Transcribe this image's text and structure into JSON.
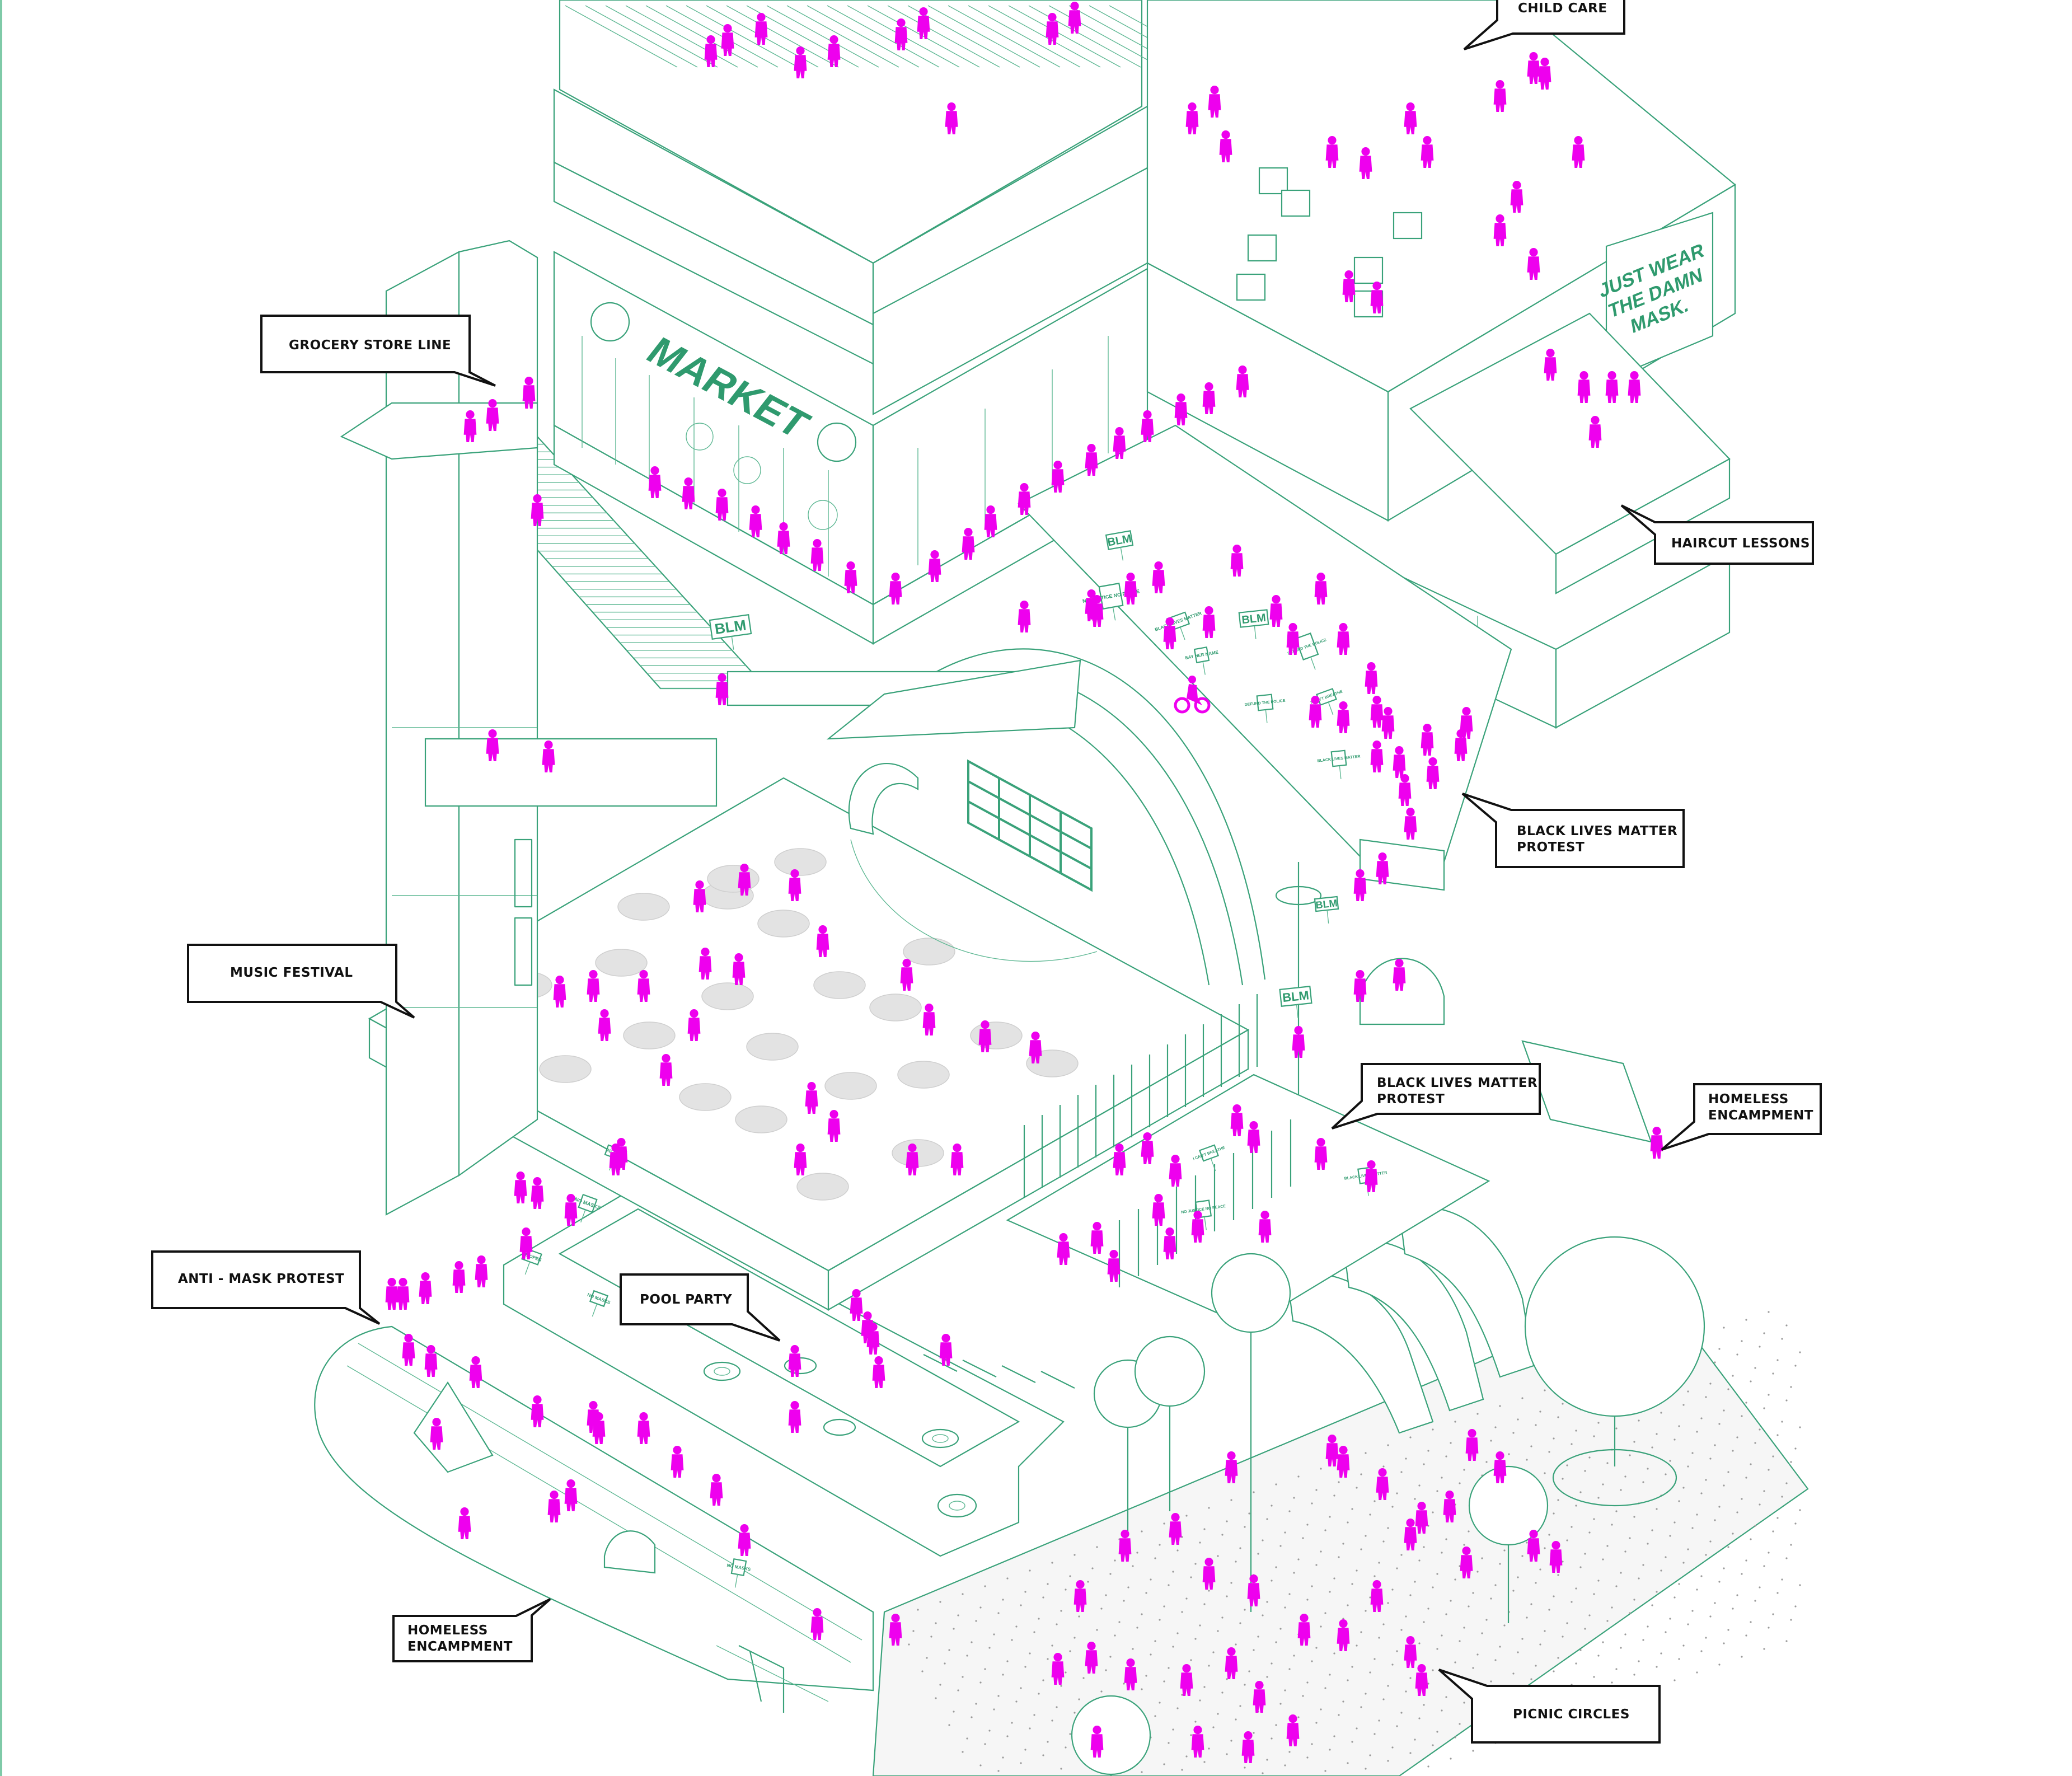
{
  "diagram": {
    "title": "Isometric public space diagram",
    "colors": {
      "linework": "#3aa27a",
      "people": "#ee00ee",
      "callout_stroke": "#111111",
      "pad_fill": "#e3e3e3",
      "background": "#ffffff"
    }
  },
  "callouts": [
    {
      "id": "child-care",
      "lines": [
        "CHILD CARE"
      ]
    },
    {
      "id": "grocery-store-line",
      "lines": [
        "GROCERY STORE LINE"
      ]
    },
    {
      "id": "haircut-lessons",
      "lines": [
        "HAIRCUT LESSONS"
      ]
    },
    {
      "id": "blm-protest-upper",
      "lines": [
        "BLACK LIVES MATTER",
        "PROTEST"
      ]
    },
    {
      "id": "music-festival",
      "lines": [
        "MUSIC FESTIVAL"
      ]
    },
    {
      "id": "blm-protest-lower",
      "lines": [
        "BLACK LIVES MATTER",
        "PROTEST"
      ]
    },
    {
      "id": "homeless-encampment-right",
      "lines": [
        "HOMELESS",
        "ENCAMPMENT"
      ]
    },
    {
      "id": "anti-mask-protest",
      "lines": [
        "ANTI - MASK PROTEST"
      ]
    },
    {
      "id": "pool-party",
      "lines": [
        "POOL PARTY"
      ]
    },
    {
      "id": "homeless-encampment-left",
      "lines": [
        "HOMELESS",
        "ENCAMPMENT"
      ]
    },
    {
      "id": "picnic-circles",
      "lines": [
        "PICNIC CIRCLES"
      ]
    }
  ],
  "signage": {
    "market": "MARKET",
    "billboard": [
      "JUST WEAR",
      "THE DAMN",
      "MASK."
    ],
    "blm_banner": "BLM"
  },
  "protest_signs": {
    "blm": [
      "BLM",
      "NO JUSTICE NO PEACE",
      "BLACK LIVES MATTER",
      "SAY HER NAME",
      "I CAN'T BREATHE",
      "DEFUND THE POLICE"
    ],
    "anti_mask": [
      "NO MASKS",
      "RE-OPEN"
    ]
  }
}
